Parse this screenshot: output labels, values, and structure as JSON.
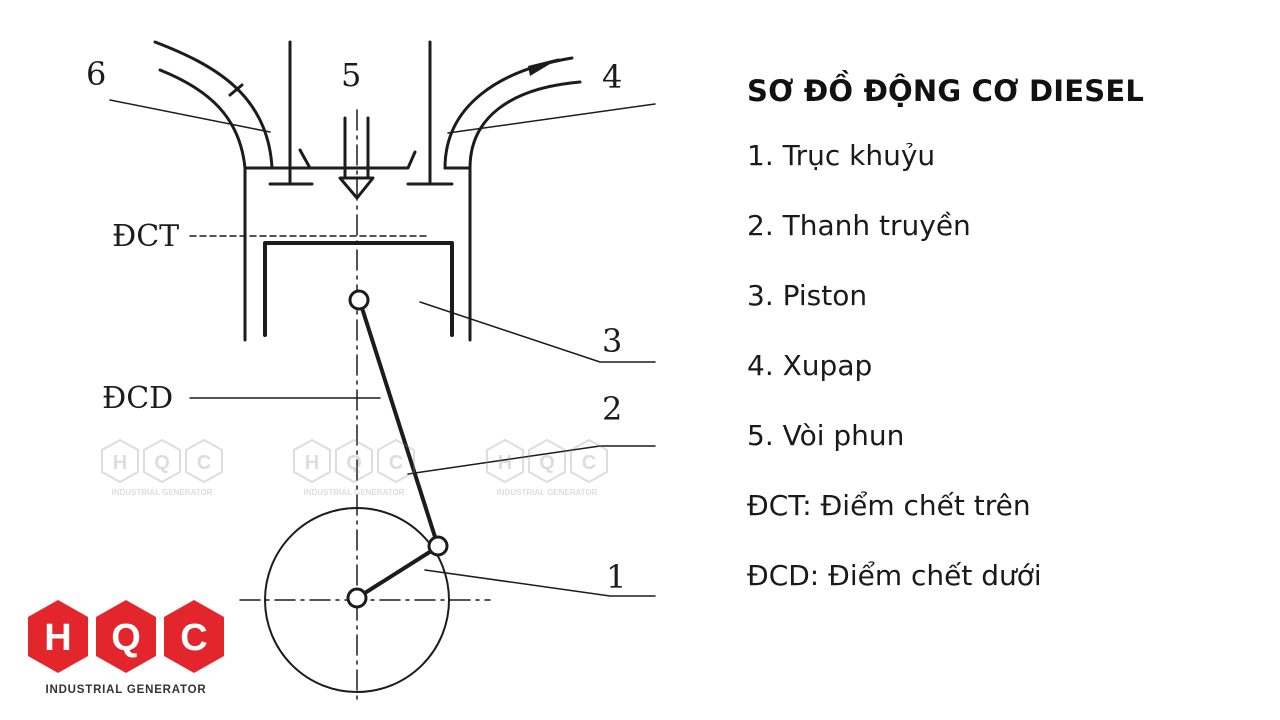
{
  "diagram": {
    "labels": {
      "n1": "1",
      "n2": "2",
      "n3": "3",
      "n4": "4",
      "n5": "5",
      "n6": "6",
      "dct": "ĐCT",
      "dcd": "ĐCD"
    }
  },
  "legend": {
    "title": "SƠ ĐỒ ĐỘNG CƠ DIESEL",
    "items": [
      "1. Trục khuỷu",
      "2. Thanh truyền",
      "3. Piston",
      "4. Xupap",
      "5. Vòi phun",
      "ĐCT: Điểm chết trên",
      "ĐCD: Điểm chết dưới"
    ]
  },
  "logo": {
    "letters": [
      "H",
      "Q",
      "C"
    ],
    "tagline": "INDUSTRIAL GENERATOR",
    "brand_color": "#e3262b"
  },
  "watermark": {
    "letters": [
      "H",
      "Q",
      "C"
    ],
    "tagline": "INDUSTRIAL GENERATOR"
  }
}
